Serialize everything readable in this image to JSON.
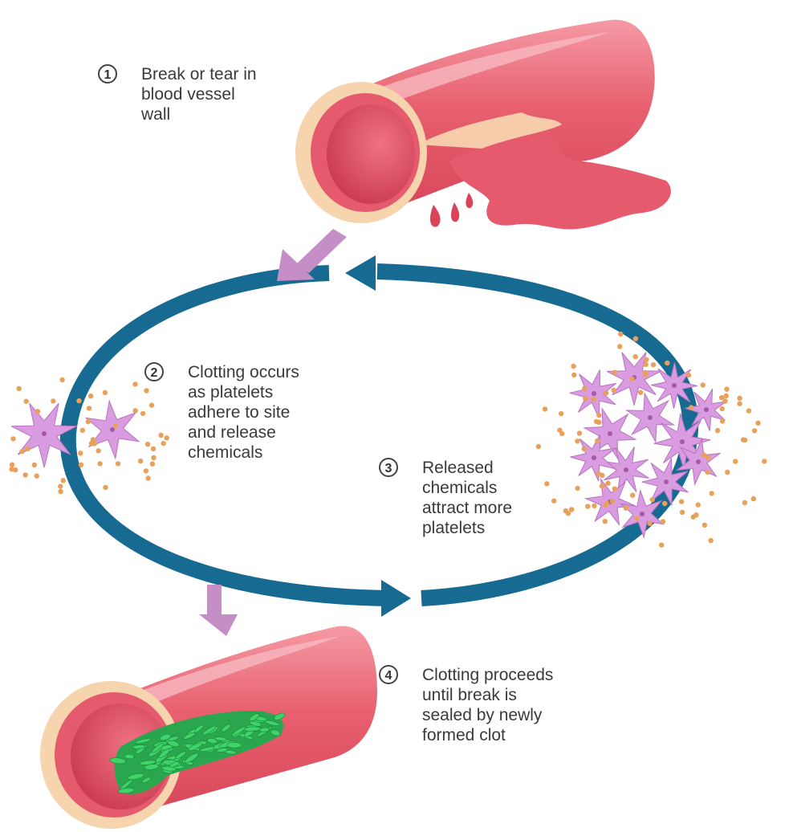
{
  "colors": {
    "cycle_arrow": "#176a91",
    "step_arrow": "#c58ec6",
    "vessel_outer": "#e5586a",
    "vessel_highlight": "#f6a3ac",
    "vessel_wall_inner": "#f7d8b2",
    "blood": "#e04f63",
    "platelet": "#d99ce0",
    "chemical_dot": "#e8a15a",
    "clot": "#3fd46a"
  },
  "steps": [
    {
      "number": "1",
      "lines": [
        "Break or tear in",
        "blood vessel",
        "wall"
      ]
    },
    {
      "number": "2",
      "lines": [
        "Clotting occurs",
        "as platelets",
        "adhere to site",
        "and release",
        "chemicals"
      ]
    },
    {
      "number": "3",
      "lines": [
        "Released",
        "chemicals",
        "attract more",
        "platelets"
      ]
    },
    {
      "number": "4",
      "lines": [
        "Clotting proceeds",
        "until break is",
        "sealed by newly",
        "formed clot"
      ]
    }
  ]
}
